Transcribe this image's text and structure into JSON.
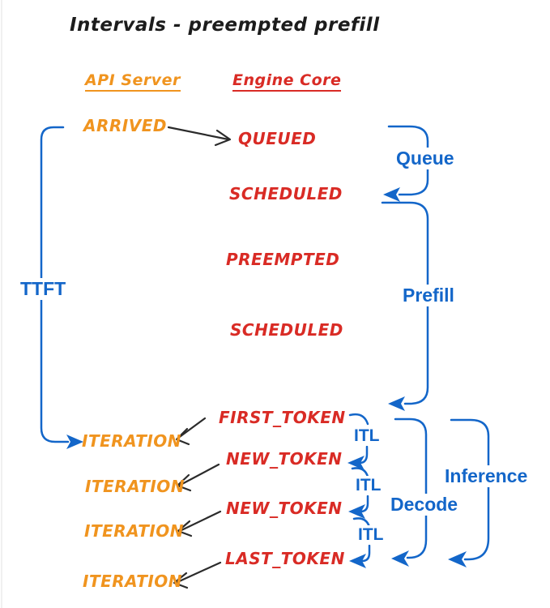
{
  "title": "Intervals - preempted prefill",
  "columns": {
    "api_server": "API Server",
    "engine_core": "Engine Core"
  },
  "events": {
    "arrived": "ARRIVED",
    "queued": "QUEUED",
    "scheduled1": "SCHEDULED",
    "preempted": "PREEMPTED",
    "scheduled2": "SCHEDULED",
    "first_token": "FIRST_TOKEN",
    "new_token1": "NEW_TOKEN",
    "new_token2": "NEW_TOKEN",
    "last_token": "LAST_TOKEN",
    "iteration1": "ITERATION",
    "iteration2": "ITERATION",
    "iteration3": "ITERATION",
    "iteration4": "ITERATION"
  },
  "intervals": {
    "ttft": "TTFT",
    "queue": "Queue",
    "prefill": "Prefill",
    "decode": "Decode",
    "inference": "Inference",
    "itl1": "ITL",
    "itl2": "ITL",
    "itl3": "ITL"
  },
  "colors": {
    "api": "#F0941F",
    "engine": "#D92B25",
    "interval": "#1366C9",
    "arrow": "#2B2B2B"
  }
}
